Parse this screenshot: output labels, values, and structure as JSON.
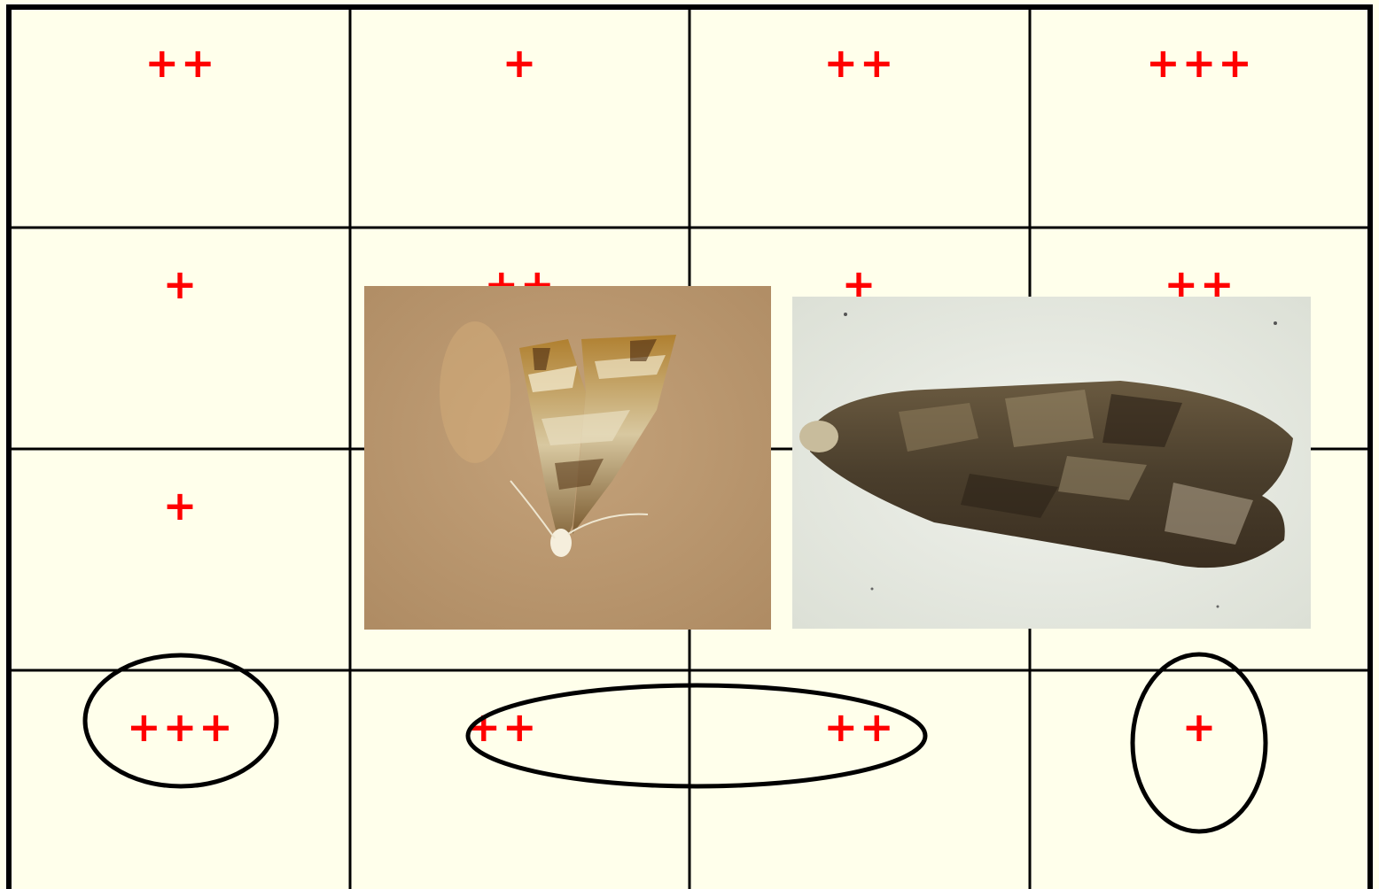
{
  "grid": {
    "rows": [
      [
        "++",
        "+",
        "++",
        "+++"
      ],
      [
        "+",
        "++",
        "+",
        "++"
      ],
      [
        "+",
        "",
        "",
        ""
      ],
      [
        "+++",
        "++",
        "++",
        "+"
      ]
    ]
  },
  "colors": {
    "background": "#FFFFEB",
    "grid_line": "#000000",
    "mark": "#FF0000",
    "circle": "#000000"
  },
  "photos": [
    {
      "subject": "moth-photo-left",
      "background": "#B8956E"
    },
    {
      "subject": "moth-photo-right",
      "background": "#E6EAE2"
    }
  ],
  "highlighted_cells": [
    {
      "row": 3,
      "col": 0
    },
    {
      "row": 3,
      "col": 1
    },
    {
      "row": 3,
      "col": 2
    },
    {
      "row": 3,
      "col": 3
    }
  ]
}
